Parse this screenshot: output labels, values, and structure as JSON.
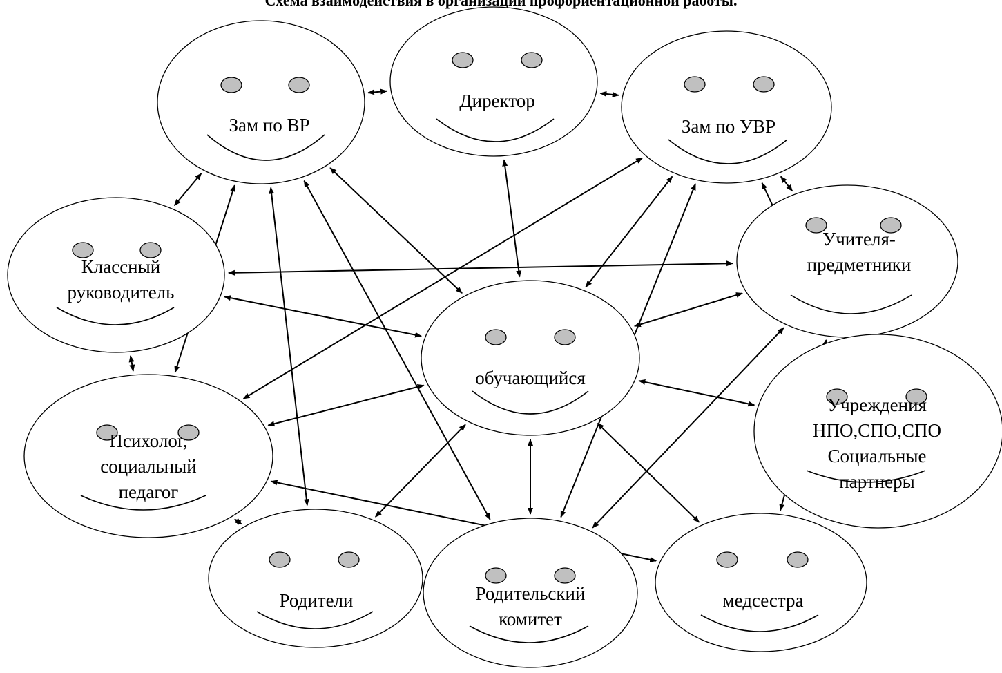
{
  "title": "Схема взаимодействия в организации профориентационной работы.",
  "nodes": {
    "zam_vr": {
      "lines": [
        "Зам по ВР"
      ]
    },
    "director": {
      "lines": [
        "Директор"
      ]
    },
    "zam_uvr": {
      "lines": [
        "Зам по УВР"
      ]
    },
    "klass": {
      "lines": [
        "Классный",
        "руководитель"
      ]
    },
    "uchitelya": {
      "lines": [
        "Учителя-",
        "предметники"
      ]
    },
    "student": {
      "lines": [
        "обучающийся"
      ]
    },
    "uchrezhdeniya": {
      "lines": [
        "Учреждения",
        "НПО,СПО,СПО",
        "Социальные",
        "партнеры"
      ]
    },
    "psiholog": {
      "lines": [
        "Психолог,",
        "социальный",
        "педагог"
      ]
    },
    "roditeli": {
      "lines": [
        "Родители"
      ]
    },
    "komitet": {
      "lines": [
        "Родительский",
        "комитет"
      ]
    },
    "medsestra": {
      "lines": [
        "медсестра"
      ]
    }
  },
  "connections": [
    [
      "zam_vr",
      "director"
    ],
    [
      "director",
      "zam_uvr"
    ],
    [
      "zam_uvr",
      "uchitelya"
    ],
    [
      "zam_vr",
      "klass"
    ],
    [
      "director",
      "student"
    ],
    [
      "zam_vr",
      "student"
    ],
    [
      "zam_uvr",
      "student"
    ],
    [
      "zam_uvr",
      "psiholog"
    ],
    [
      "klass",
      "uchitelya"
    ],
    [
      "klass",
      "student"
    ],
    [
      "klass",
      "psiholog"
    ],
    [
      "zam_vr",
      "psiholog"
    ],
    [
      "zam_vr",
      "roditeli"
    ],
    [
      "zam_vr",
      "komitet"
    ],
    [
      "zam_uvr",
      "komitet"
    ],
    [
      "zam_uvr",
      "uchrezhdeniya"
    ],
    [
      "uchitelya",
      "student"
    ],
    [
      "uchitelya",
      "komitet"
    ],
    [
      "uchitelya",
      "medsestra"
    ],
    [
      "student",
      "uchrezhdeniya"
    ],
    [
      "student",
      "psiholog"
    ],
    [
      "student",
      "roditeli"
    ],
    [
      "student",
      "komitet"
    ],
    [
      "student",
      "medsestra"
    ],
    [
      "psiholog",
      "medsestra"
    ],
    [
      "psiholog",
      "roditeli"
    ]
  ]
}
